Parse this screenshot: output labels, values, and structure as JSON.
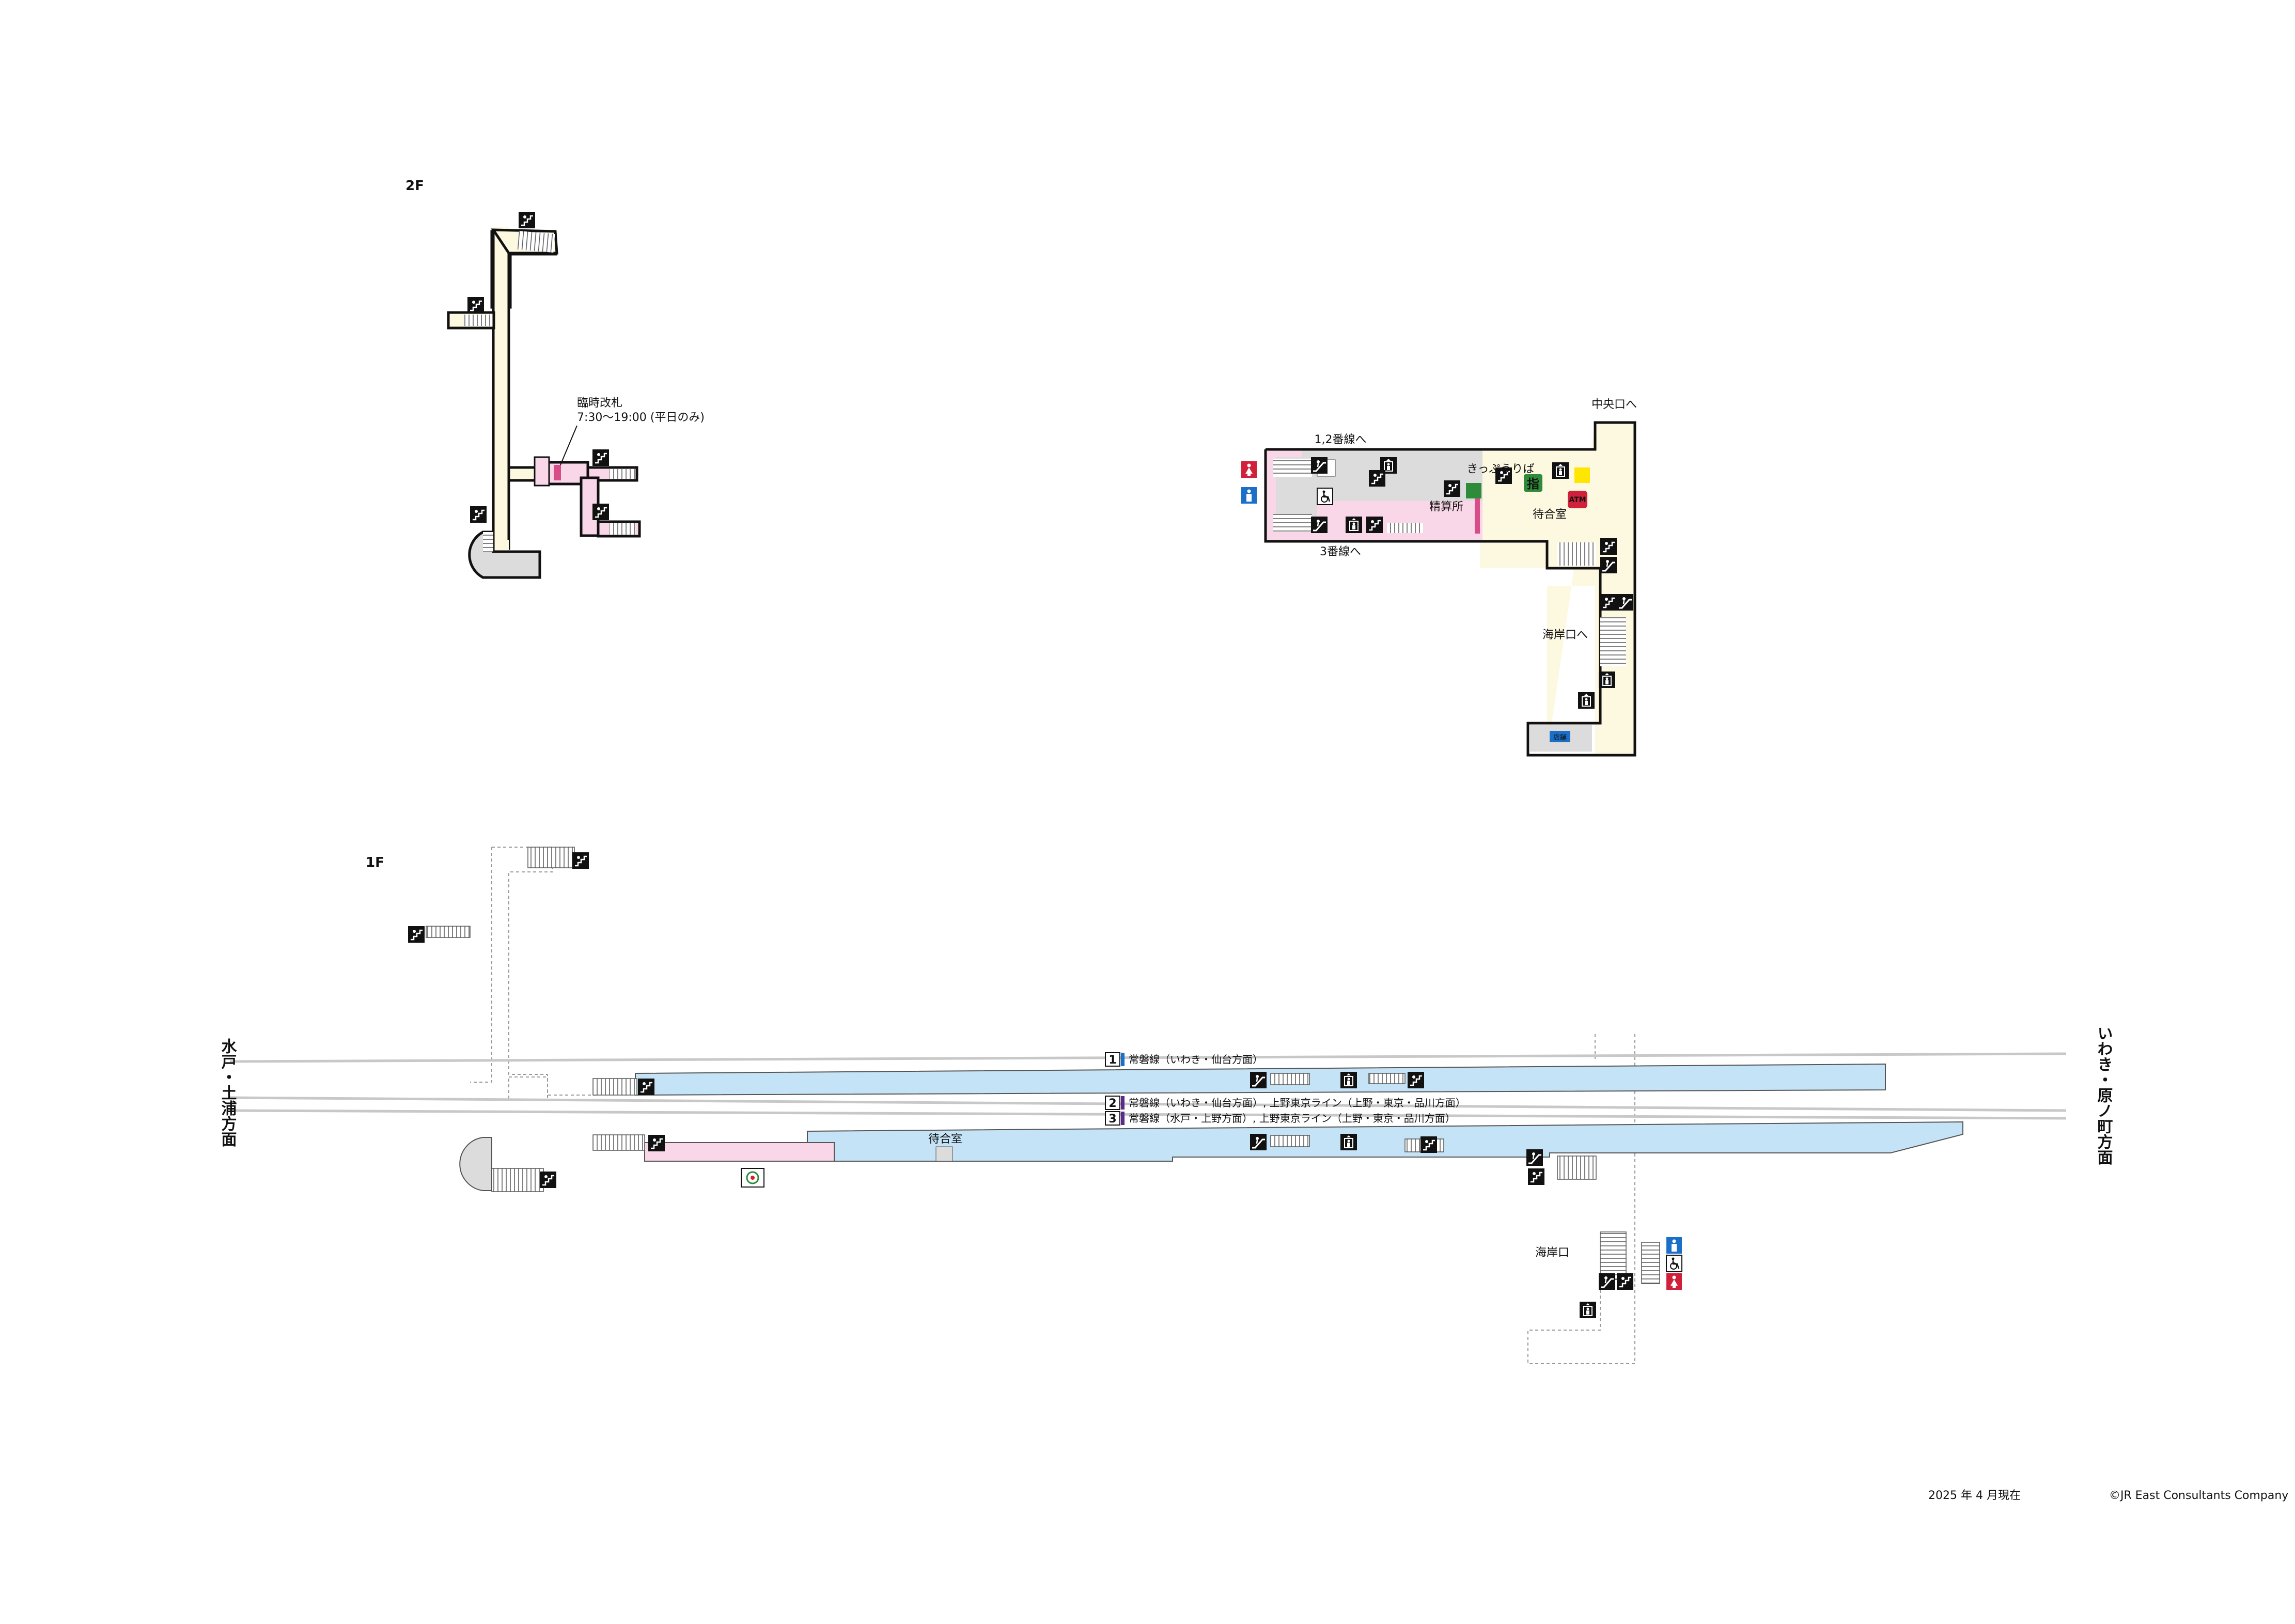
{
  "floors": {
    "f2": "2F",
    "f1": "1F"
  },
  "labels": {
    "temp_gate_title": "臨時改札",
    "temp_gate_hours": "7:30～19:00 (平日のみ)",
    "to_platform_12": "1,2番線へ",
    "to_platform_3": "3番線へ",
    "to_central_exit": "中央口へ",
    "to_seaside_exit": "海岸口へ",
    "ticket_area": "きっぷうりば",
    "fare_adjust": "精算所",
    "waiting_room_2f": "待合室",
    "waiting_room_1f": "待合室",
    "seaside_exit": "海岸口",
    "reserved_seat": "指",
    "atm": "ATM",
    "shop": "店舗",
    "direction_left": "水戸・土浦方面",
    "direction_right": "いわき・原ノ町方面"
  },
  "platforms": [
    {
      "num": "1",
      "text": "常磐線（いわき・仙台方面）"
    },
    {
      "num": "2",
      "text": "常磐線（いわき・仙台方面）, 上野東京ライン（上野・東京・品川方面）"
    },
    {
      "num": "3",
      "text": "常磐線（水戸・上野方面）, 上野東京ライン（上野・東京・品川方面）"
    }
  ],
  "footer": {
    "date": "2025 年 4 月現在",
    "copyright": "©JR East Consultants Company"
  },
  "colors": {
    "concourse_yellow": "#fdf8e0",
    "paid_pink": "#f9d7e8",
    "platform_blue": "#c5e3f6",
    "gray_area": "#dcdcdc",
    "rail_gray": "#c8c8c8",
    "line_blue": "#1a6fc9",
    "line_purple": "#5a2a8c",
    "icon_black": "#111111",
    "toilet_male": "#1a6fc9",
    "toilet_female": "#d0203a",
    "ticket_green": "#2e8b3a",
    "atm_red": "#d0203a"
  },
  "icons": {
    "stairs_up": "stairs-icon",
    "escalator": "escalator-icon",
    "elevator": "elevator-icon",
    "toilet_male": "male-toilet-icon",
    "toilet_female": "female-toilet-icon",
    "accessible": "wheelchair-icon",
    "ticket_machine": "ticket-machine-icon",
    "coin_locker": "locker-icon"
  }
}
